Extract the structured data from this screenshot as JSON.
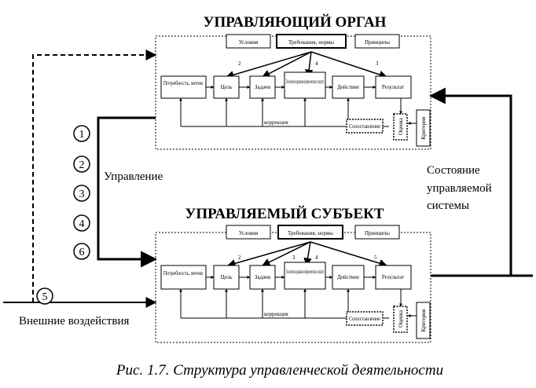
{
  "top_block": {
    "title": "УПРАВЛЯЮЩИЙ ОРГАН",
    "header_boxes": [
      "Условия",
      "Требования, нормы",
      "Принципы"
    ],
    "process_boxes": [
      "Потребность, мотив",
      "Цель",
      "Задачи",
      "Технология (содержание в форме методов и средств)",
      "Действие",
      "Результат"
    ],
    "step_markers": [
      "2",
      "4",
      "3"
    ],
    "feedback_label": "коррекция",
    "eval_box": "Сопоставление",
    "assessment": "Оценка",
    "criteria": "Критерии"
  },
  "bottom_block": {
    "title": "УПРАВЛЯЕМЫЙ СУБЪЕКТ",
    "header_boxes": [
      "Условия",
      "Требования, нормы",
      "Принципы"
    ],
    "process_boxes": [
      "Потребность, мотив",
      "Цель",
      "Задачи",
      "Технология (содержание в форме методов и средств)",
      "Действие",
      "Результат"
    ],
    "step_markers": [
      "2",
      "3",
      "4",
      "5"
    ],
    "feedback_label": "коррекция",
    "eval_box": "Сопоставление",
    "assessment": "Оценка",
    "criteria": "Критерии"
  },
  "left_numbers": [
    "1",
    "2",
    "3",
    "4",
    "6"
  ],
  "external_number": "5",
  "labels": {
    "management": "Управление",
    "state": [
      "Состояние",
      "управляемой",
      "системы"
    ],
    "external": "Внешние воздействия"
  },
  "caption": "Рис. 1.7. Структура управленческой деятельности"
}
